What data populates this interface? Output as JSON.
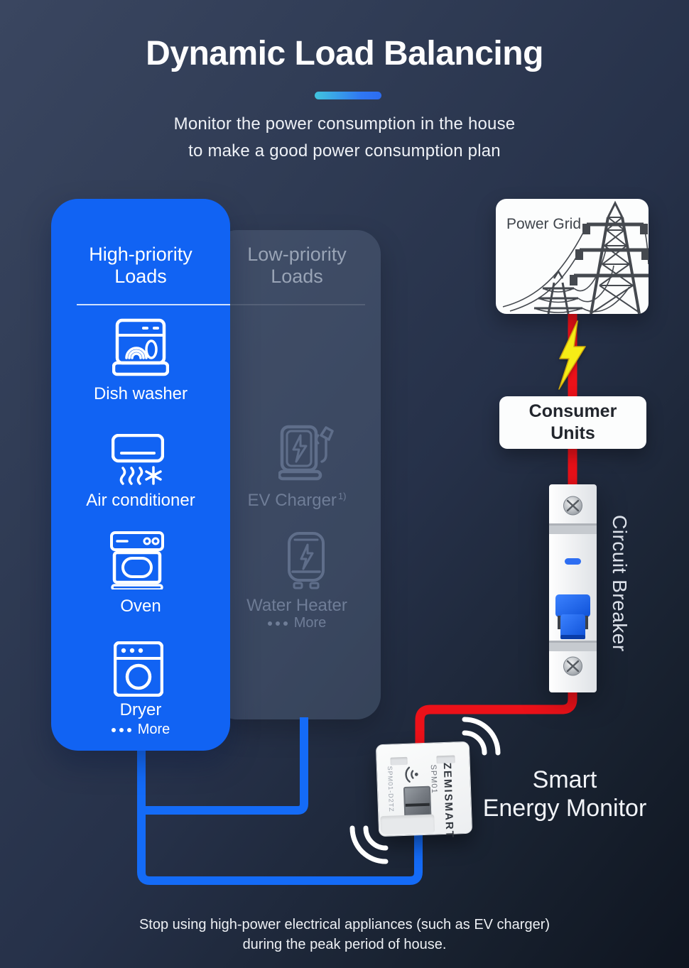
{
  "title": "Dynamic Load Balancing",
  "subtitle": {
    "line1": "Monitor the power consumption in the house",
    "line2": "to make a good power consumption plan"
  },
  "panels": {
    "high": {
      "header_line1": "High-priority",
      "header_line2": "Loads",
      "items": [
        {
          "label": "Dish washer"
        },
        {
          "label": "Air conditioner"
        },
        {
          "label": "Oven"
        },
        {
          "label": "Dryer"
        }
      ],
      "more": "More"
    },
    "low": {
      "header_line1": "Low-priority",
      "header_line2": "Loads",
      "items": [
        {
          "label": "EV Charger",
          "footnote_marker": "1)"
        },
        {
          "label": "Water Heater"
        }
      ],
      "more": "More"
    }
  },
  "right_flow": {
    "power_grid_label": "Power Grid",
    "consumer_units_line1": "Consumer",
    "consumer_units_line2": "Units",
    "circuit_breaker_label": "Circuit Breaker"
  },
  "monitor": {
    "label_line1": "Smart",
    "label_line2": "Energy Monitor",
    "brand": "ZEMISMART",
    "model": "SPM01",
    "model_code": "SPM01-D2TZ"
  },
  "footnote": {
    "line1": "Stop using high-power electrical appliances (such as EV charger)",
    "line2": "during the peak period of house."
  },
  "colors": {
    "accent_blue": "#1163f3",
    "wire_blue": "#146bf7",
    "wire_red": "#ec1119",
    "bolt_yellow": "#f6ed16",
    "background_top": "#3a4660",
    "background_bottom": "#0f1520",
    "card_white": "#fcfdfd"
  }
}
